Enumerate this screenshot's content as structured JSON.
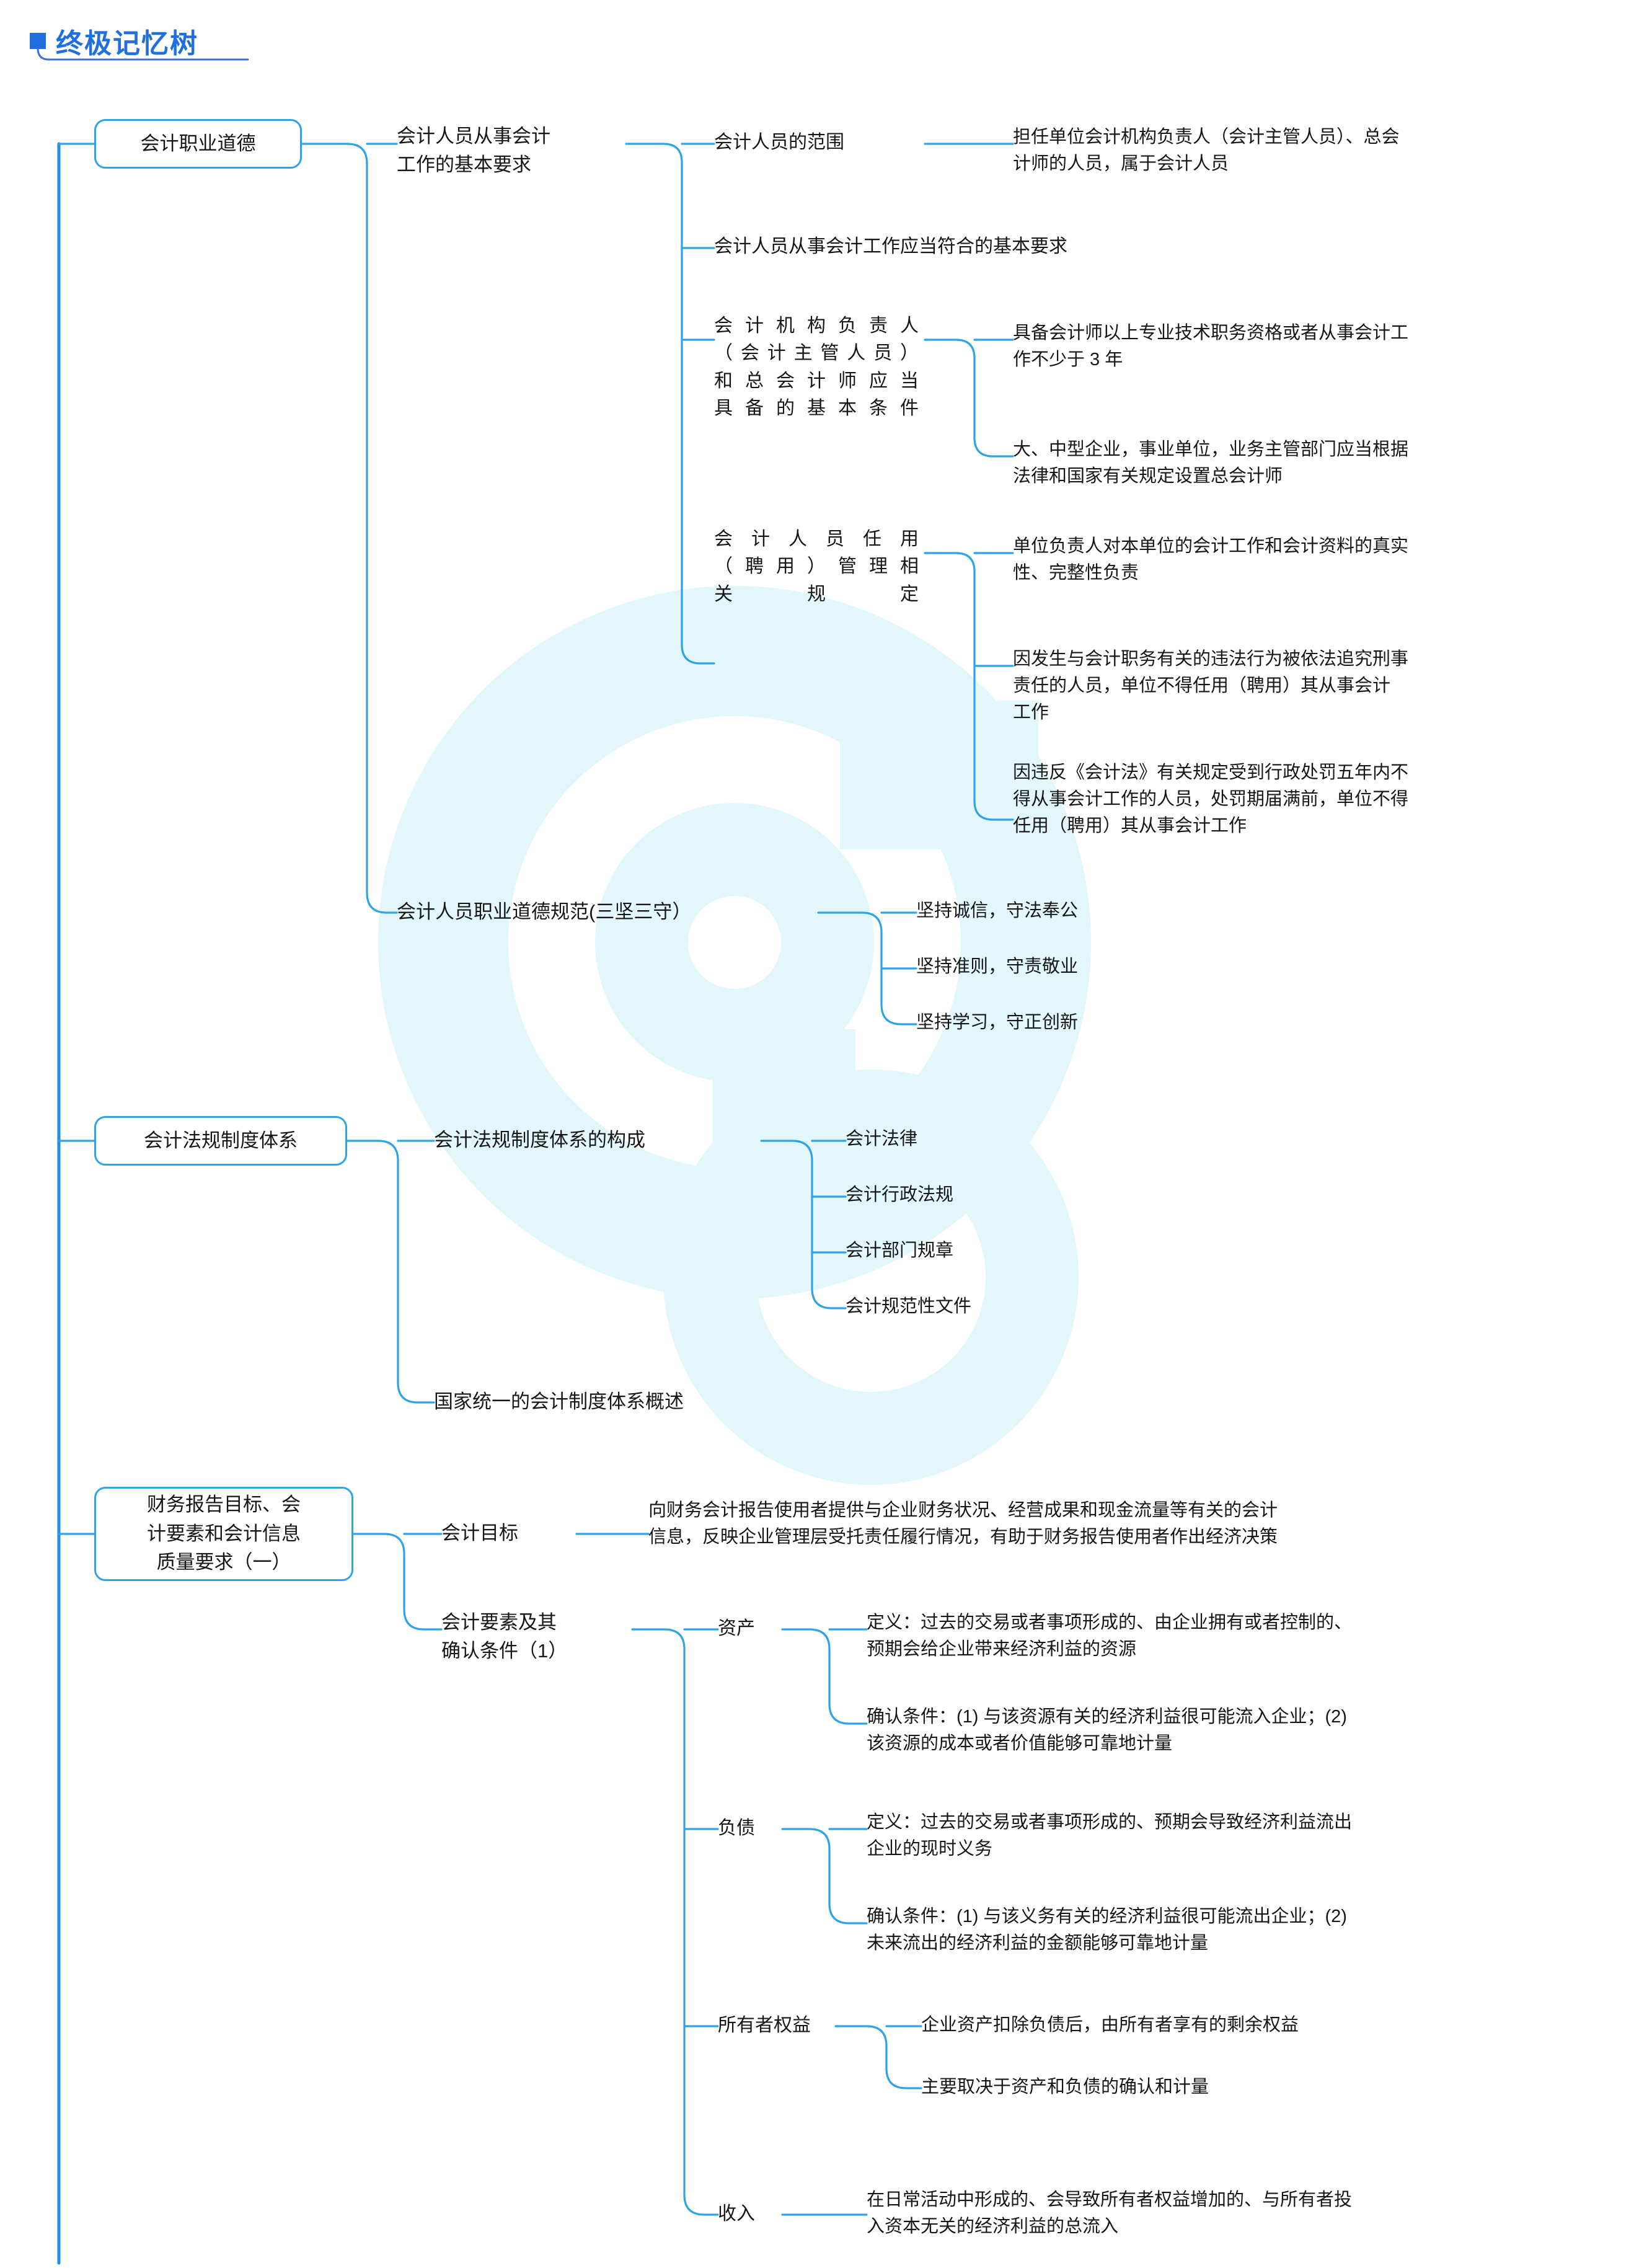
{
  "header": {
    "bullet_icon": "square-bullet-icon",
    "title": "终极记忆树"
  },
  "colors": {
    "title_blue": "#1f6fe0",
    "line_blue": "#2fa3e8",
    "spine_blue": "#1f8fe0",
    "watermark_cyan": "#e2f7f9",
    "text_black": "#161616"
  },
  "branches": [
    {
      "root": "会计职业道德",
      "children": [
        {
          "label": "会计人员从事会计\n工作的基本要求",
          "children": [
            {
              "label": "会计人员的范围",
              "leaves": [
                "担任单位会计机构负责人（会计主管人员）、总会\n计师的人员，属于会计人员"
              ]
            },
            {
              "label": "会计人员从事会计工作应当符合的基本要求",
              "leaves": []
            },
            {
              "label": "会计机构负责人\n（会计主管人员）\n和总会计师应当\n具备的基本条件",
              "leaves": [
                "具备会计师以上专业技术职务资格或者从事会计工\n作不少于 3 年",
                "大、中型企业，事业单位，业务主管部门应当根据\n法律和国家有关规定设置总会计师"
              ]
            },
            {
              "label": "会 计 人 员 任 用\n（聘用）管理相\n关规定",
              "leaves": [
                "单位负责人对本单位的会计工作和会计资料的真实\n性、完整性负责",
                "因发生与会计职务有关的违法行为被依法追究刑事\n责任的人员，单位不得任用（聘用）其从事会计\n工作",
                "因违反《会计法》有关规定受到行政处罚五年内不\n得从事会计工作的人员，处罚期届满前，单位不得\n任用（聘用）其从事会计工作"
              ]
            }
          ]
        },
        {
          "label": "会计人员职业道德规范(三坚三守）",
          "children": [],
          "leaves": [
            "坚持诚信，守法奉公",
            "坚持准则，守责敬业",
            "坚持学习，守正创新"
          ]
        }
      ]
    },
    {
      "root": "会计法规制度体系",
      "children": [
        {
          "label": "会计法规制度体系的构成",
          "leaves": [
            "会计法律",
            "会计行政法规",
            "会计部门规章",
            "会计规范性文件"
          ]
        },
        {
          "label": "国家统一的会计制度体系概述",
          "leaves": []
        }
      ]
    },
    {
      "root": "财务报告目标、会\n计要素和会计信息\n质量要求（一）",
      "children": [
        {
          "label": "会计目标",
          "leaves": [
            "向财务会计报告使用者提供与企业财务状况、经营成果和现金流量等有关的会计\n信息，反映企业管理层受托责任履行情况，有助于财务报告使用者作出经济决策"
          ]
        },
        {
          "label": "会计要素及其\n确认条件（1）",
          "children": [
            {
              "label": "资产",
              "leaves": [
                "定义：过去的交易或者事项形成的、由企业拥有或者控制的、\n预期会给企业带来经济利益的资源",
                "确认条件：(1) 与该资源有关的经济利益很可能流入企业；(2)\n该资源的成本或者价值能够可靠地计量"
              ]
            },
            {
              "label": "负债",
              "leaves": [
                "定义：过去的交易或者事项形成的、预期会导致经济利益流出\n企业的现时义务",
                "确认条件：(1) 与该义务有关的经济利益很可能流出企业；(2)\n未来流出的经济利益的金额能够可靠地计量"
              ]
            },
            {
              "label": "所有者权益",
              "leaves": [
                "企业资产扣除负债后，由所有者享有的剩余权益",
                "主要取决于资产和负债的确认和计量"
              ]
            },
            {
              "label": "收入",
              "leaves": [
                "在日常活动中形成的、会导致所有者权益增加的、与所有者投\n入资本无关的经济利益的总流入"
              ]
            }
          ]
        }
      ]
    }
  ]
}
